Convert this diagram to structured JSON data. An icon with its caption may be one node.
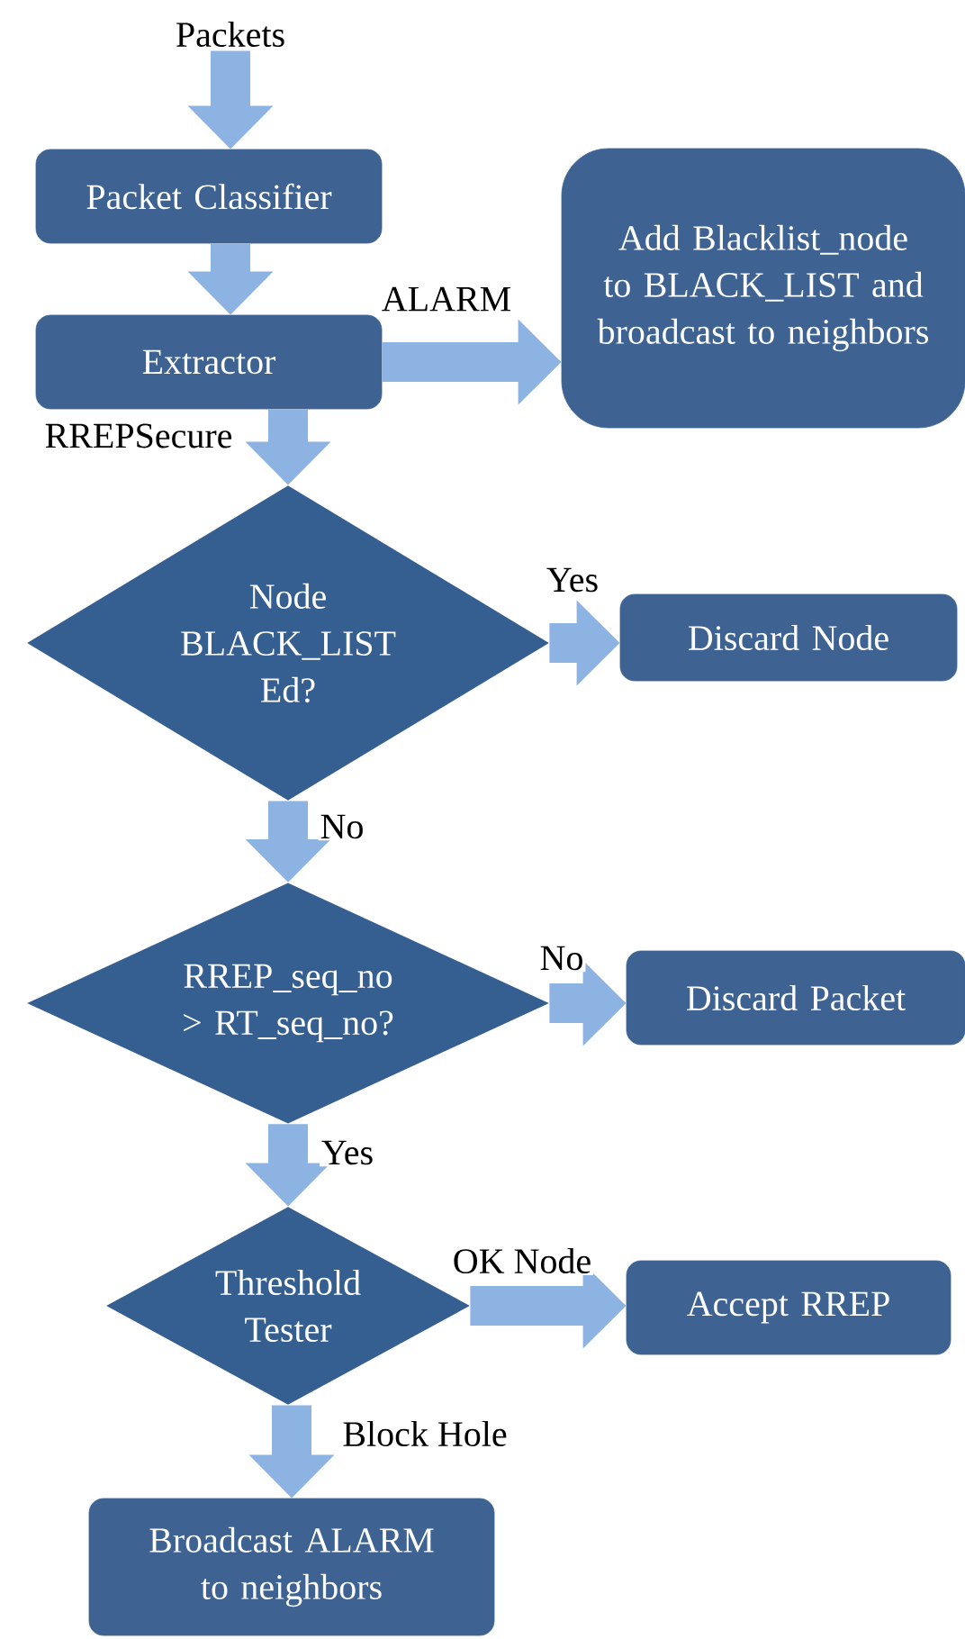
{
  "diagram": {
    "nodes": [
      {
        "text": [
          "Packets"
        ]
      },
      {
        "text": [
          "Packet Classifier"
        ]
      },
      {
        "text": [
          "Extractor"
        ]
      },
      {
        "text": [
          "Add Blacklist_node to BLACK_LIST and broadcast to neighbors"
        ]
      },
      {
        "text": [
          "Node BLACK_LIST Ed?"
        ]
      },
      {
        "text": [
          "Discard Node"
        ]
      },
      {
        "text": [
          "RREP_seq_no > RT_seq_no?"
        ]
      },
      {
        "text": [
          "Discard Packet"
        ]
      },
      {
        "text": [
          "Threshold Tester"
        ]
      },
      {
        "text": [
          "Accept RREP"
        ]
      },
      {
        "text": [
          "Broadcast ALARM to neighbors"
        ]
      }
    ],
    "edges": [
      {
        "from": 0,
        "to": 1,
        "arrow": "to"
      },
      {
        "from": 1,
        "to": 2,
        "arrow": "to"
      },
      {
        "from": 2,
        "to": 3,
        "arrow": "to",
        "label": "ALARM"
      },
      {
        "from": 2,
        "to": 4,
        "arrow": "to",
        "label": "RREPSecure"
      },
      {
        "from": 4,
        "to": 5,
        "arrow": "to",
        "label": "Yes"
      },
      {
        "from": 4,
        "to": 6,
        "arrow": "to",
        "label": "No"
      },
      {
        "from": 6,
        "to": 7,
        "arrow": "to",
        "label": "No"
      },
      {
        "from": 6,
        "to": 8,
        "arrow": "to",
        "label": "Yes"
      },
      {
        "from": 8,
        "to": 9,
        "arrow": "to",
        "label": "OK Node"
      },
      {
        "from": 8,
        "to": 10,
        "arrow": "to",
        "label": "Block Hole"
      }
    ]
  }
}
